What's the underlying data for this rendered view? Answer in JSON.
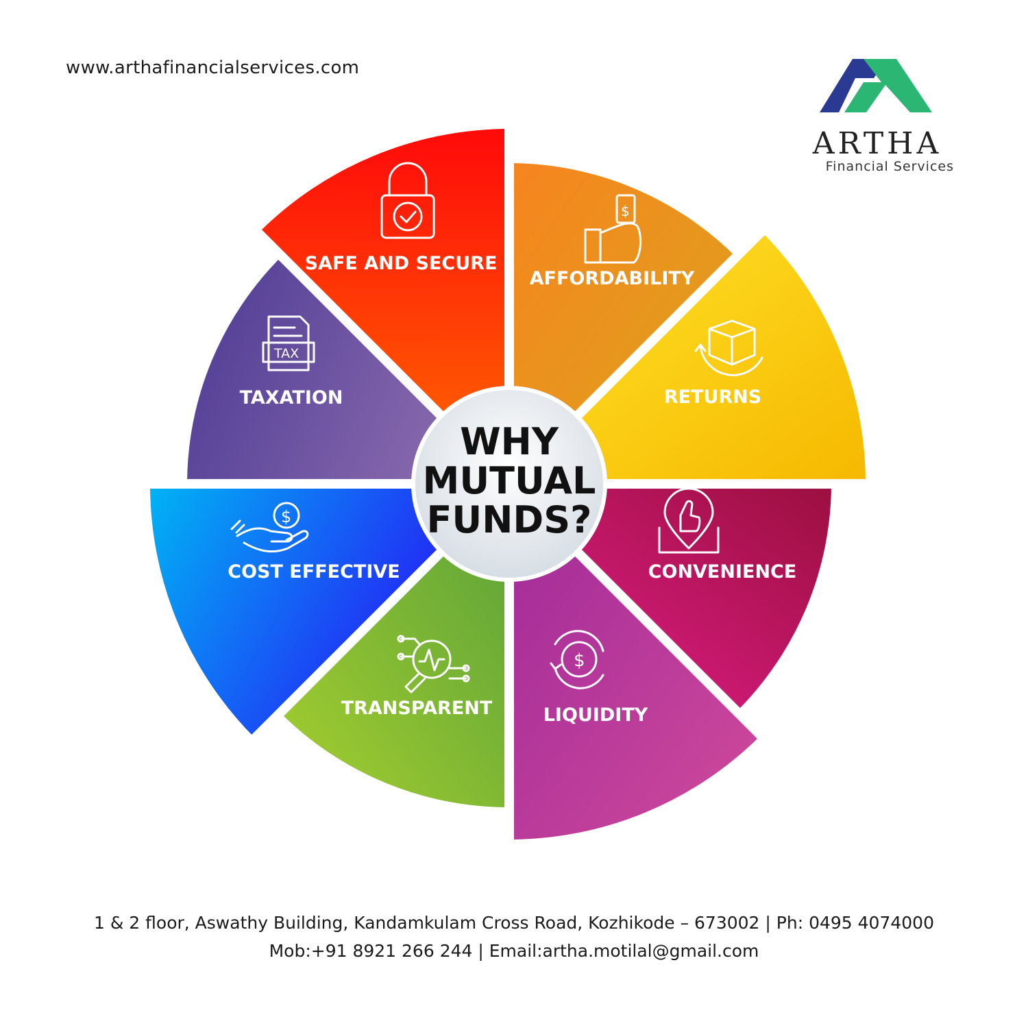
{
  "header": {
    "website": "www.arthafinancialservices.com"
  },
  "logo": {
    "name": "ARTHA",
    "subtitle": "Financial Services",
    "colors": [
      "#2a3a93",
      "#2bb673"
    ]
  },
  "center": {
    "lines": [
      "WHY",
      "MUTUAL",
      "FUNDS?"
    ]
  },
  "segments": [
    {
      "label": "SAFE AND SECURE",
      "icon": "padlock-check-icon",
      "colors": [
        "#ff0a0a",
        "#ff6a00"
      ]
    },
    {
      "label": "AFFORDABILITY",
      "icon": "hand-money-icon",
      "colors": [
        "#f7841f",
        "#d9a51c"
      ]
    },
    {
      "label": "RETURNS",
      "icon": "box-return-icon",
      "colors": [
        "#ffe52b",
        "#f6b800"
      ]
    },
    {
      "label": "CONVENIENCE",
      "icon": "thumbs-up-map-icon",
      "colors": [
        "#e51e8d",
        "#9b0f3f"
      ]
    },
    {
      "label": "LIQUIDITY",
      "icon": "dollar-cycle-icon",
      "colors": [
        "#a02a9a",
        "#d04a9a"
      ]
    },
    {
      "label": "TRANSPARENT",
      "icon": "magnifier-chart-icon",
      "colors": [
        "#5aa13a",
        "#a6cf2e"
      ]
    },
    {
      "label": "COST EFFECTIVE",
      "icon": "hand-dollar-icon",
      "colors": [
        "#00b4f5",
        "#2a0cf5"
      ]
    },
    {
      "label": "TAXATION",
      "icon": "tax-document-icon",
      "colors": [
        "#4b3a93",
        "#8a6aae"
      ]
    }
  ],
  "footer": {
    "line1": "1 & 2 floor, Aswathy Building, Kandamkulam Cross Road, Kozhikode – 673002 | Ph: 0495 4074000",
    "line2": "Mob:+91 8921 266 244 | Email:artha.motilal@gmail.com"
  }
}
